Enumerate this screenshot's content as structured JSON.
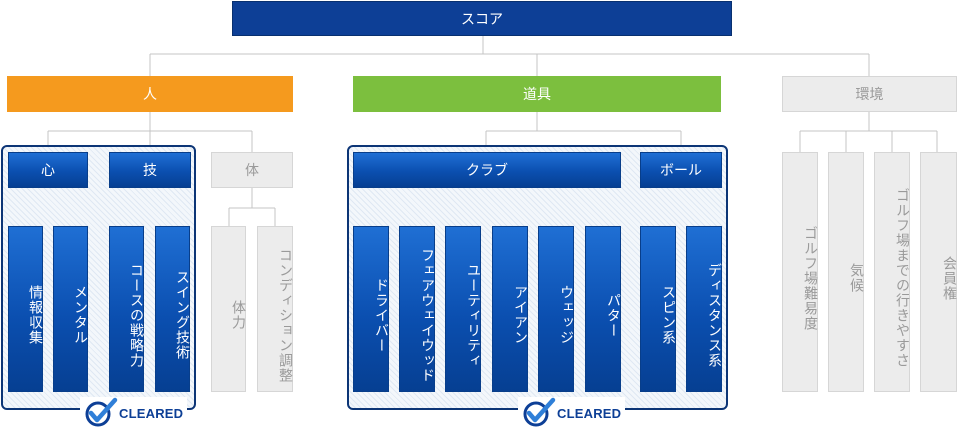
{
  "root": "スコア",
  "categories": {
    "person": "人",
    "tools": "道具",
    "environment": "環境"
  },
  "person": {
    "mind": "心",
    "skill": "技",
    "body": "体",
    "mind_items": [
      "情報収集",
      "メンタル"
    ],
    "skill_items": [
      "コースの戦略力",
      "スイング技術"
    ],
    "body_items": [
      "体力",
      "コンディション調整"
    ]
  },
  "tools": {
    "club": "クラブ",
    "ball": "ボール",
    "club_items": [
      "ドライバー",
      "フェアウェイウッド",
      "ユーティリティ",
      "アイアン",
      "ウェッジ",
      "パター"
    ],
    "ball_items": [
      "スピン系",
      "ディスタンス系"
    ]
  },
  "environment_items": [
    "ゴルフ場難易度",
    "気候",
    "ゴルフ場までの行きやすさ",
    "会員権"
  ],
  "badges": {
    "cleared_label": "CLEARED"
  },
  "colors": {
    "root": "#0d3f96",
    "person": "#f59a1e",
    "tools": "#7cbf3e",
    "environment": "#ececec",
    "active_leaf": "#0b4fb0",
    "inactive_leaf": "#ececec",
    "frame": "#0c3576"
  },
  "icons": {
    "badge": "checkmark-circle-icon"
  }
}
